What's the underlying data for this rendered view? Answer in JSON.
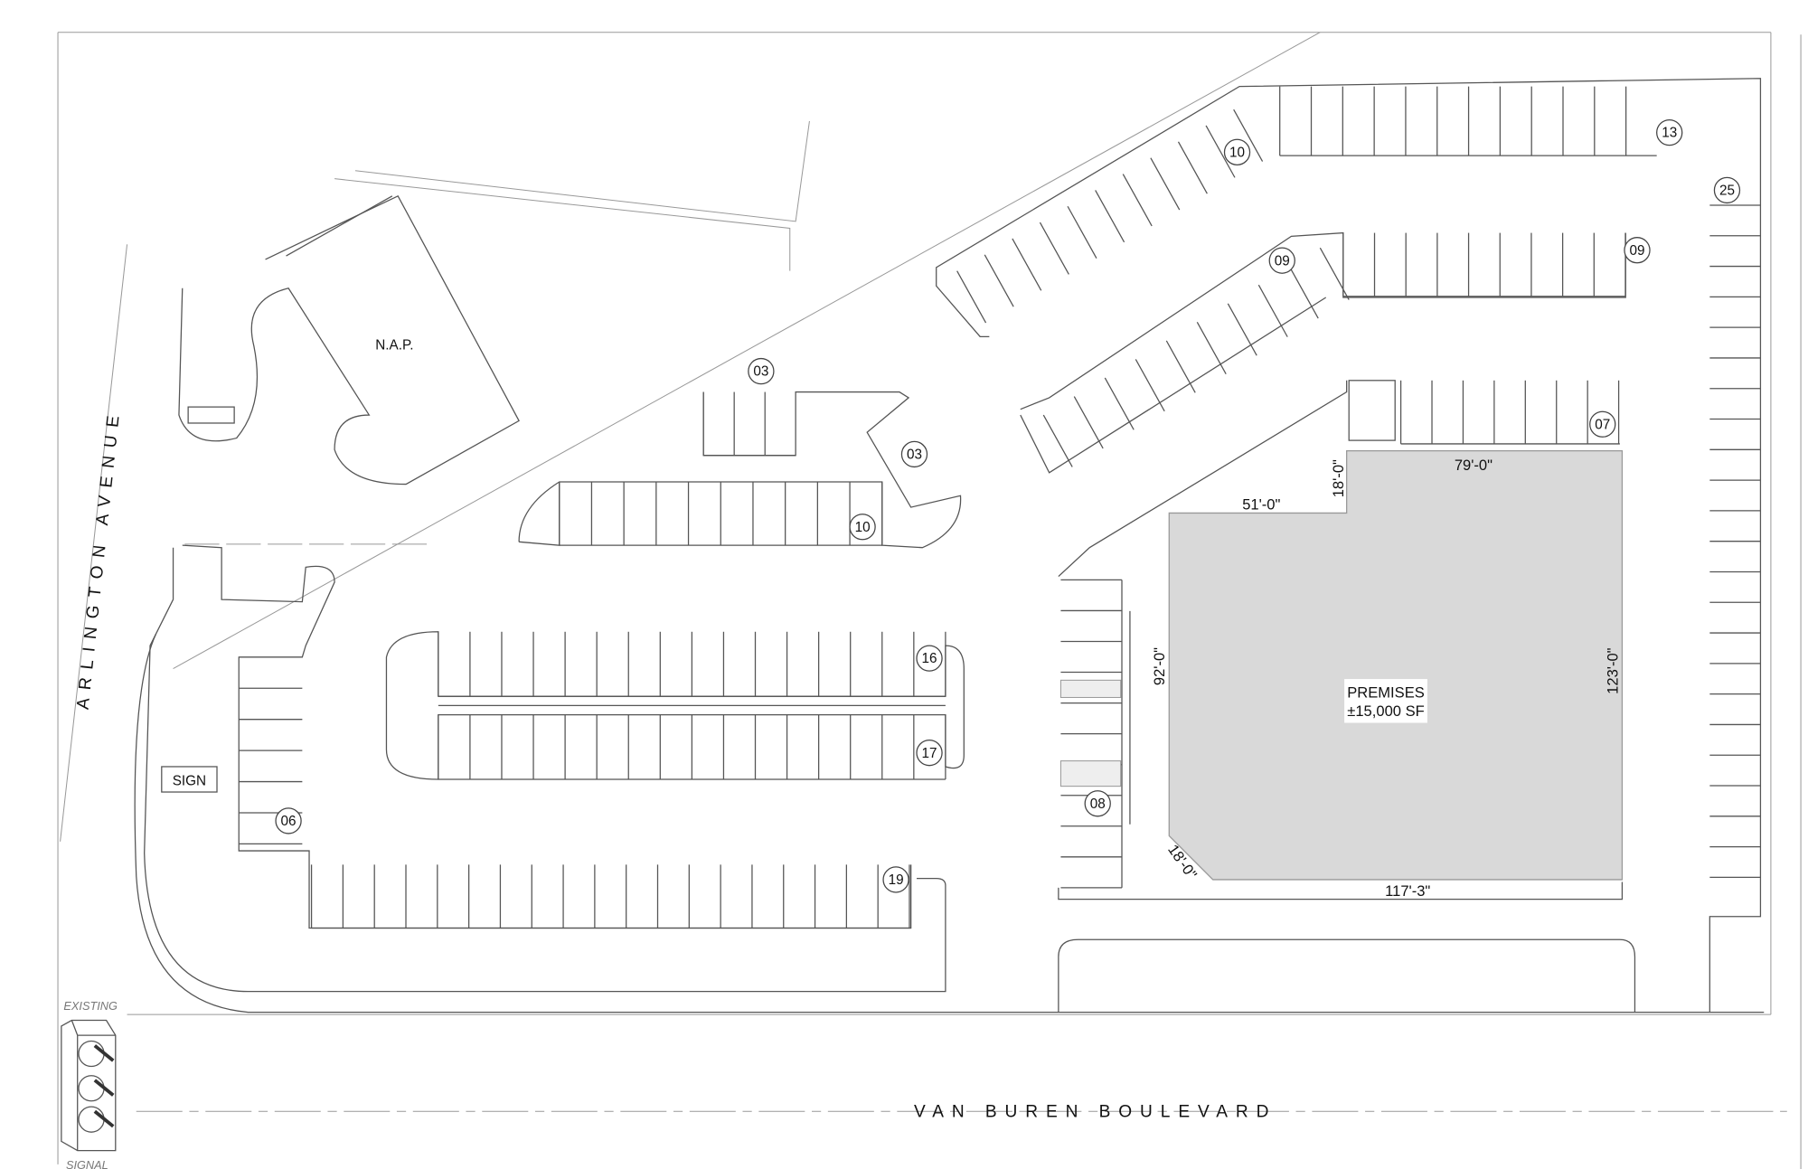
{
  "labels": {
    "street_west": "ARLINGTON AVENUE",
    "street_south": "VAN BUREN BOULEVARD",
    "nap": "N.A.P.",
    "sign": "SIGN",
    "signal_top": "EXISTING",
    "signal_bottom": "SIGNAL",
    "premises_title": "PREMISES",
    "premises_area": "±15,000 SF"
  },
  "dimensions": {
    "top": "79'-0\"",
    "notch_width": "51'-0\"",
    "notch_depth": "18'-0\"",
    "left": "92'-0\"",
    "right": "123'-0\"",
    "bottom": "117'-3\"",
    "corner": "18'-0\""
  },
  "stall_counts": [
    "10",
    "13",
    "25",
    "09",
    "09",
    "07",
    "03",
    "03",
    "10",
    "16",
    "17",
    "06",
    "19",
    "08"
  ],
  "colors": {
    "premises_fill": "#d9d9d9",
    "line": "#555555"
  }
}
